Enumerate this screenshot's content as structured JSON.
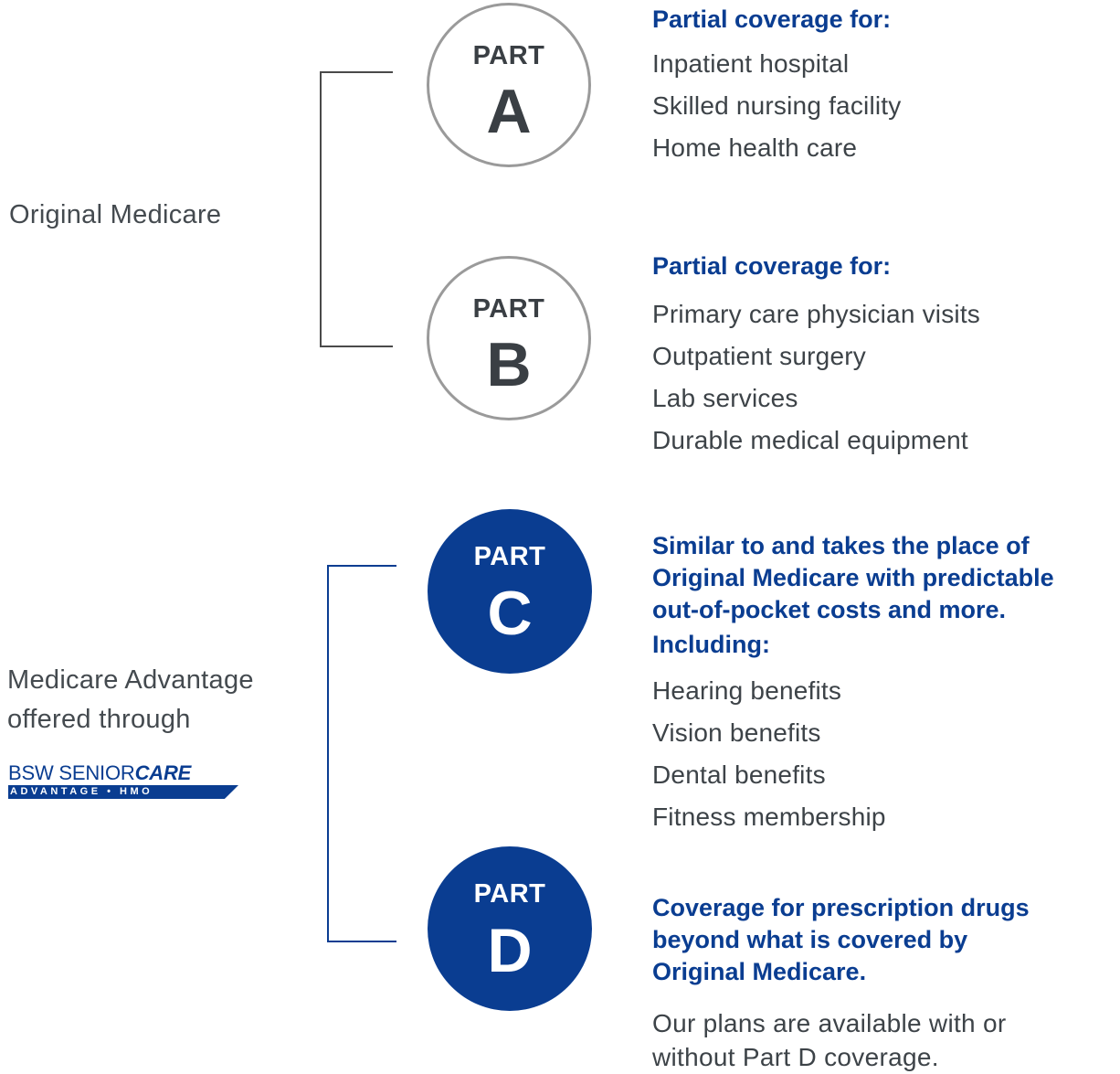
{
  "groups": {
    "original": {
      "label": "Original Medicare"
    },
    "advantage": {
      "label_line1": "Medicare Advantage",
      "label_line2": "offered through",
      "logo": {
        "text_part1": "BSW SENIOR",
        "text_part2": "CARE",
        "subtext": "ADVANTAGE • HMO"
      }
    }
  },
  "parts": {
    "a": {
      "word": "PART",
      "letter": "A",
      "heading": "Partial coverage for:",
      "items": [
        "Inpatient hospital",
        "Skilled nursing facility",
        "Home health care"
      ]
    },
    "b": {
      "word": "PART",
      "letter": "B",
      "heading": "Partial coverage for:",
      "items": [
        "Primary care physician visits",
        "Outpatient surgery",
        "Lab services",
        "Durable medical equipment"
      ]
    },
    "c": {
      "word": "PART",
      "letter": "C",
      "heading_lines": [
        "Similar to and takes the place of",
        "Original Medicare with predictable",
        "out-of-pocket costs and more."
      ],
      "subheading": "Including:",
      "items": [
        "Hearing benefits",
        "Vision benefits",
        "Dental benefits",
        "Fitness membership"
      ]
    },
    "d": {
      "word": "PART",
      "letter": "D",
      "heading_lines": [
        "Coverage for prescription drugs",
        "beyond what is covered by",
        "Original Medicare."
      ],
      "note_lines": [
        "Our plans are available with or",
        "without Part D coverage."
      ]
    }
  },
  "colors": {
    "brand_blue": "#0a3d91",
    "outline_gray": "#9a9a9a",
    "text_gray": "#3d4348"
  }
}
